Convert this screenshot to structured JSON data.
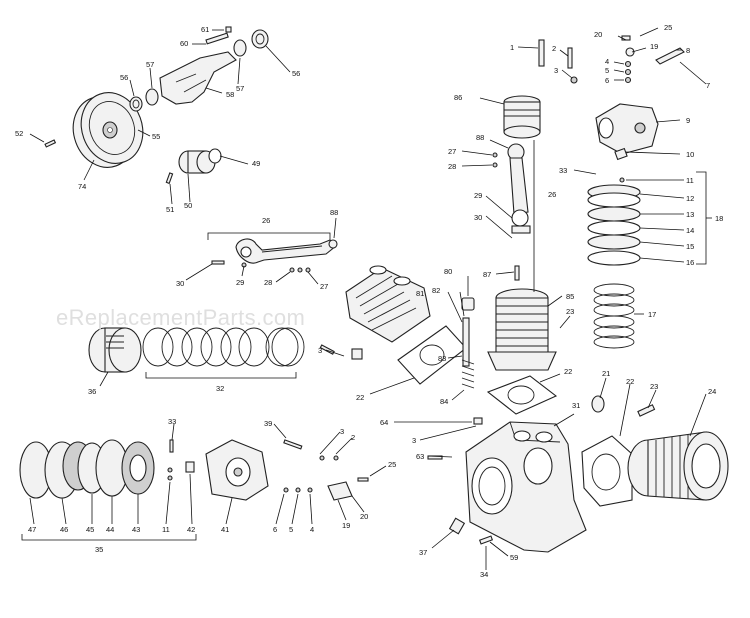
{
  "watermark": "eReplacementParts.com",
  "callouts": [
    {
      "id": "c61",
      "text": "61"
    },
    {
      "id": "c60",
      "text": "60"
    },
    {
      "id": "c56a",
      "text": "56"
    },
    {
      "id": "c57a",
      "text": "57"
    },
    {
      "id": "c58",
      "text": "58"
    },
    {
      "id": "c57b",
      "text": "57"
    },
    {
      "id": "c56b",
      "text": "56"
    },
    {
      "id": "c52",
      "text": "52"
    },
    {
      "id": "c55",
      "text": "55"
    },
    {
      "id": "c74",
      "text": "74"
    },
    {
      "id": "c49",
      "text": "49"
    },
    {
      "id": "c51",
      "text": "51"
    },
    {
      "id": "c50",
      "text": "50"
    },
    {
      "id": "c26a",
      "text": "26"
    },
    {
      "id": "c88a",
      "text": "88"
    },
    {
      "id": "c30a",
      "text": "30"
    },
    {
      "id": "c29a",
      "text": "29"
    },
    {
      "id": "c28a",
      "text": "28"
    },
    {
      "id": "c27a",
      "text": "27"
    },
    {
      "id": "c1",
      "text": "1"
    },
    {
      "id": "c2a",
      "text": "2"
    },
    {
      "id": "c3a",
      "text": "3"
    },
    {
      "id": "c20a",
      "text": "20"
    },
    {
      "id": "c25a",
      "text": "25"
    },
    {
      "id": "c19a",
      "text": "19"
    },
    {
      "id": "c8",
      "text": "8"
    },
    {
      "id": "c4a",
      "text": "4"
    },
    {
      "id": "c5a",
      "text": "5"
    },
    {
      "id": "c6a",
      "text": "6"
    },
    {
      "id": "c7",
      "text": "7"
    },
    {
      "id": "c86",
      "text": "86"
    },
    {
      "id": "c9",
      "text": "9"
    },
    {
      "id": "c88b",
      "text": "88"
    },
    {
      "id": "c27b",
      "text": "27"
    },
    {
      "id": "c28b",
      "text": "28"
    },
    {
      "id": "c10",
      "text": "10"
    },
    {
      "id": "c33a",
      "text": "33"
    },
    {
      "id": "c11a",
      "text": "11"
    },
    {
      "id": "c26b",
      "text": "26"
    },
    {
      "id": "c12",
      "text": "12"
    },
    {
      "id": "c13",
      "text": "13"
    },
    {
      "id": "c18",
      "text": "18"
    },
    {
      "id": "c29b",
      "text": "29"
    },
    {
      "id": "c30b",
      "text": "30"
    },
    {
      "id": "c14",
      "text": "14"
    },
    {
      "id": "c15",
      "text": "15"
    },
    {
      "id": "c16",
      "text": "16"
    },
    {
      "id": "c87",
      "text": "87"
    },
    {
      "id": "c80",
      "text": "80"
    },
    {
      "id": "c82",
      "text": "82"
    },
    {
      "id": "c81",
      "text": "81"
    },
    {
      "id": "c85",
      "text": "85"
    },
    {
      "id": "c23a",
      "text": "23"
    },
    {
      "id": "c17",
      "text": "17"
    },
    {
      "id": "c3b",
      "text": "3"
    },
    {
      "id": "c83",
      "text": "83"
    },
    {
      "id": "c36",
      "text": "36"
    },
    {
      "id": "c32",
      "text": "32"
    },
    {
      "id": "c22a",
      "text": "22"
    },
    {
      "id": "c84",
      "text": "84"
    },
    {
      "id": "c22b",
      "text": "22"
    },
    {
      "id": "c21",
      "text": "21"
    },
    {
      "id": "c22c",
      "text": "22"
    },
    {
      "id": "c23b",
      "text": "23"
    },
    {
      "id": "c24",
      "text": "24"
    },
    {
      "id": "c64",
      "text": "64"
    },
    {
      "id": "c31",
      "text": "31"
    },
    {
      "id": "c3c",
      "text": "3"
    },
    {
      "id": "c33b",
      "text": "33"
    },
    {
      "id": "c39",
      "text": "39"
    },
    {
      "id": "c3d",
      "text": "3"
    },
    {
      "id": "c2b",
      "text": "2"
    },
    {
      "id": "c63",
      "text": "63"
    },
    {
      "id": "c25b",
      "text": "25"
    },
    {
      "id": "c47",
      "text": "47"
    },
    {
      "id": "c46",
      "text": "46"
    },
    {
      "id": "c45",
      "text": "45"
    },
    {
      "id": "c44",
      "text": "44"
    },
    {
      "id": "c43",
      "text": "43"
    },
    {
      "id": "c11b",
      "text": "11"
    },
    {
      "id": "c42",
      "text": "42"
    },
    {
      "id": "c41",
      "text": "41"
    },
    {
      "id": "c6b",
      "text": "6"
    },
    {
      "id": "c5b",
      "text": "5"
    },
    {
      "id": "c4b",
      "text": "4"
    },
    {
      "id": "c19b",
      "text": "19"
    },
    {
      "id": "c20b",
      "text": "20"
    },
    {
      "id": "c35",
      "text": "35"
    },
    {
      "id": "c37",
      "text": "37"
    },
    {
      "id": "c59",
      "text": "59"
    },
    {
      "id": "c34",
      "text": "34"
    }
  ]
}
